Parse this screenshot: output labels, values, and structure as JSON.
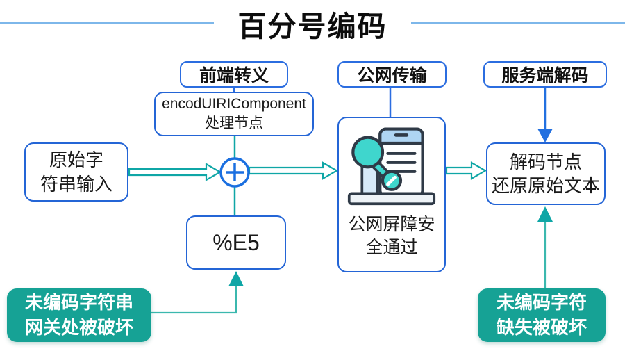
{
  "title": {
    "text": "百分号编码"
  },
  "stages": {
    "frontend_label": "前端转义",
    "network_label": "公网传输",
    "server_label": "服务端解码"
  },
  "nodes": {
    "encoder_line1": "encodUIRIComponent",
    "encoder_line2": "处理节点",
    "input_line1": "原始字",
    "input_line2": "符串输入",
    "encoded_value": "%E5",
    "transit_line1": "公网屏障安",
    "transit_line2": "全通过",
    "decode_line1": "解码节点",
    "decode_line2": "还原原始文本"
  },
  "warnings": {
    "gateway_line1": "未编码字符串",
    "gateway_line2": "网关处被破坏",
    "missing_line1": "未编码字符",
    "missing_line2": "缺失被破坏"
  },
  "icons": {
    "sum_junction": "plus-circle-icon",
    "transit_device": "phone-inspection-stamp-icon"
  },
  "colors": {
    "node_border_blue": "#2465d6",
    "arrow_blue": "#2270e0",
    "arrow_teal": "#0fa6a6",
    "teal_line": "#3bb8ae",
    "warning_fill": "#16a295",
    "title_rule": "#7db7ea",
    "icon_teal": "#3fd6cd",
    "icon_lightblue": "#aed5f3",
    "icon_outline": "#2f3a47"
  }
}
